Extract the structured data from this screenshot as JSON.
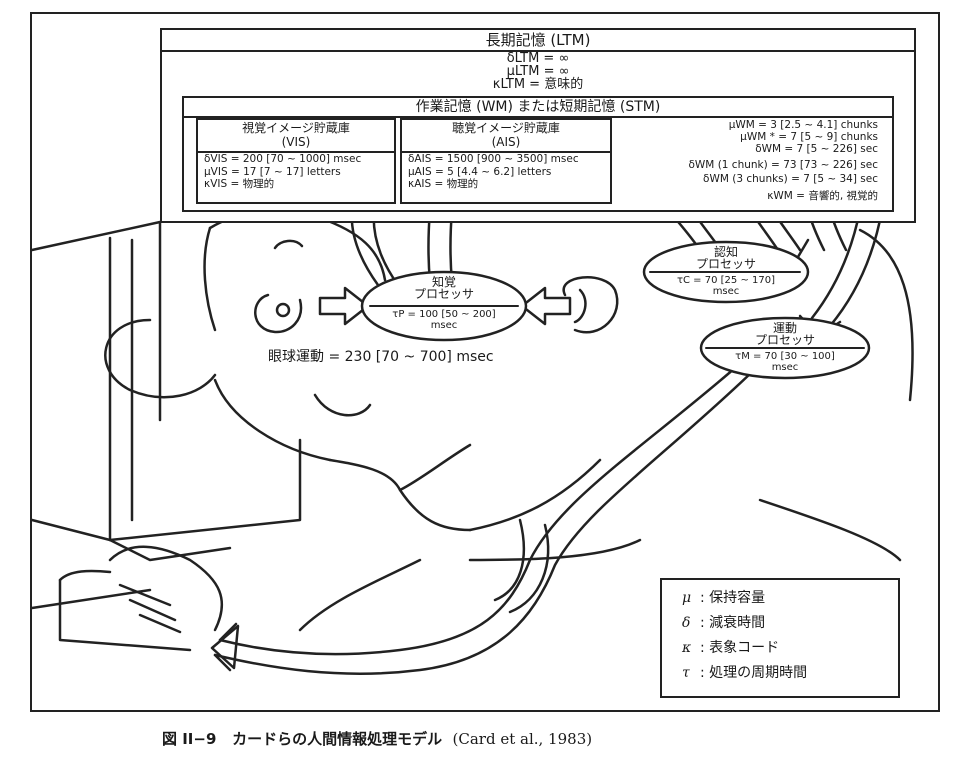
{
  "ltm": {
    "title": "長期記憶 (LTM)",
    "params": [
      "δLTM = ∞",
      "μLTM = ∞",
      "κLTM = 意味的"
    ]
  },
  "wm": {
    "title": "作業記憶 (WM) または短期記憶 (STM)",
    "params": [
      "μWM = 3 [2.5 ~ 4.1] chunks",
      "μWM * = 7 [5 ~ 9] chunks",
      "δWM = 7 [5 ~ 226] sec",
      "δWM (1 chunk) = 73 [73 ~ 226] sec",
      "δWM (3 chunks) = 7 [5 ~ 34] sec",
      "κWM = 音響的, 視覚的"
    ]
  },
  "vis": {
    "title_line1": "視覚イメージ貯蔵庫",
    "title_line2": "(VIS)",
    "params": [
      "δVIS = 200 [70 ~ 1000] msec",
      "μVIS = 17 [7 ~ 17] letters",
      "κVIS = 物理的"
    ]
  },
  "ais": {
    "title_line1": "聴覚イメージ貯蔵庫",
    "title_line2": "(AIS)",
    "params": [
      "δAIS = 1500 [900 ~ 3500] msec",
      "μAIS = 5 [4.4 ~ 6.2] letters",
      "κAIS = 物理的"
    ]
  },
  "perceptual": {
    "title_line1": "知覚",
    "title_line2": "プロセッサ",
    "param": "τP = 100 [50 ~ 200]",
    "unit": "msec"
  },
  "cognitive": {
    "title_line1": "認知",
    "title_line2": "プロセッサ",
    "param": "τC = 70 [25 ~ 170]",
    "unit": "msec"
  },
  "motor": {
    "title_line1": "運動",
    "title_line2": "プロセッサ",
    "param": "τM = 70 [30 ~ 100]",
    "unit": "msec"
  },
  "eye_movement": "眼球運動 = 230 [70 ~ 700] msec",
  "legend": [
    {
      "symbol": "μ",
      "label": ": 保持容量"
    },
    {
      "symbol": "δ",
      "label": ": 減衰時間"
    },
    {
      "symbol": "κ",
      "label": ": 表象コード"
    },
    {
      "symbol": "τ",
      "label": ": 処理の周期時間"
    }
  ],
  "caption": {
    "label": "図 II−9",
    "text": "カードらの人間情報処理モデル",
    "source": "(Card et al., 1983)"
  }
}
